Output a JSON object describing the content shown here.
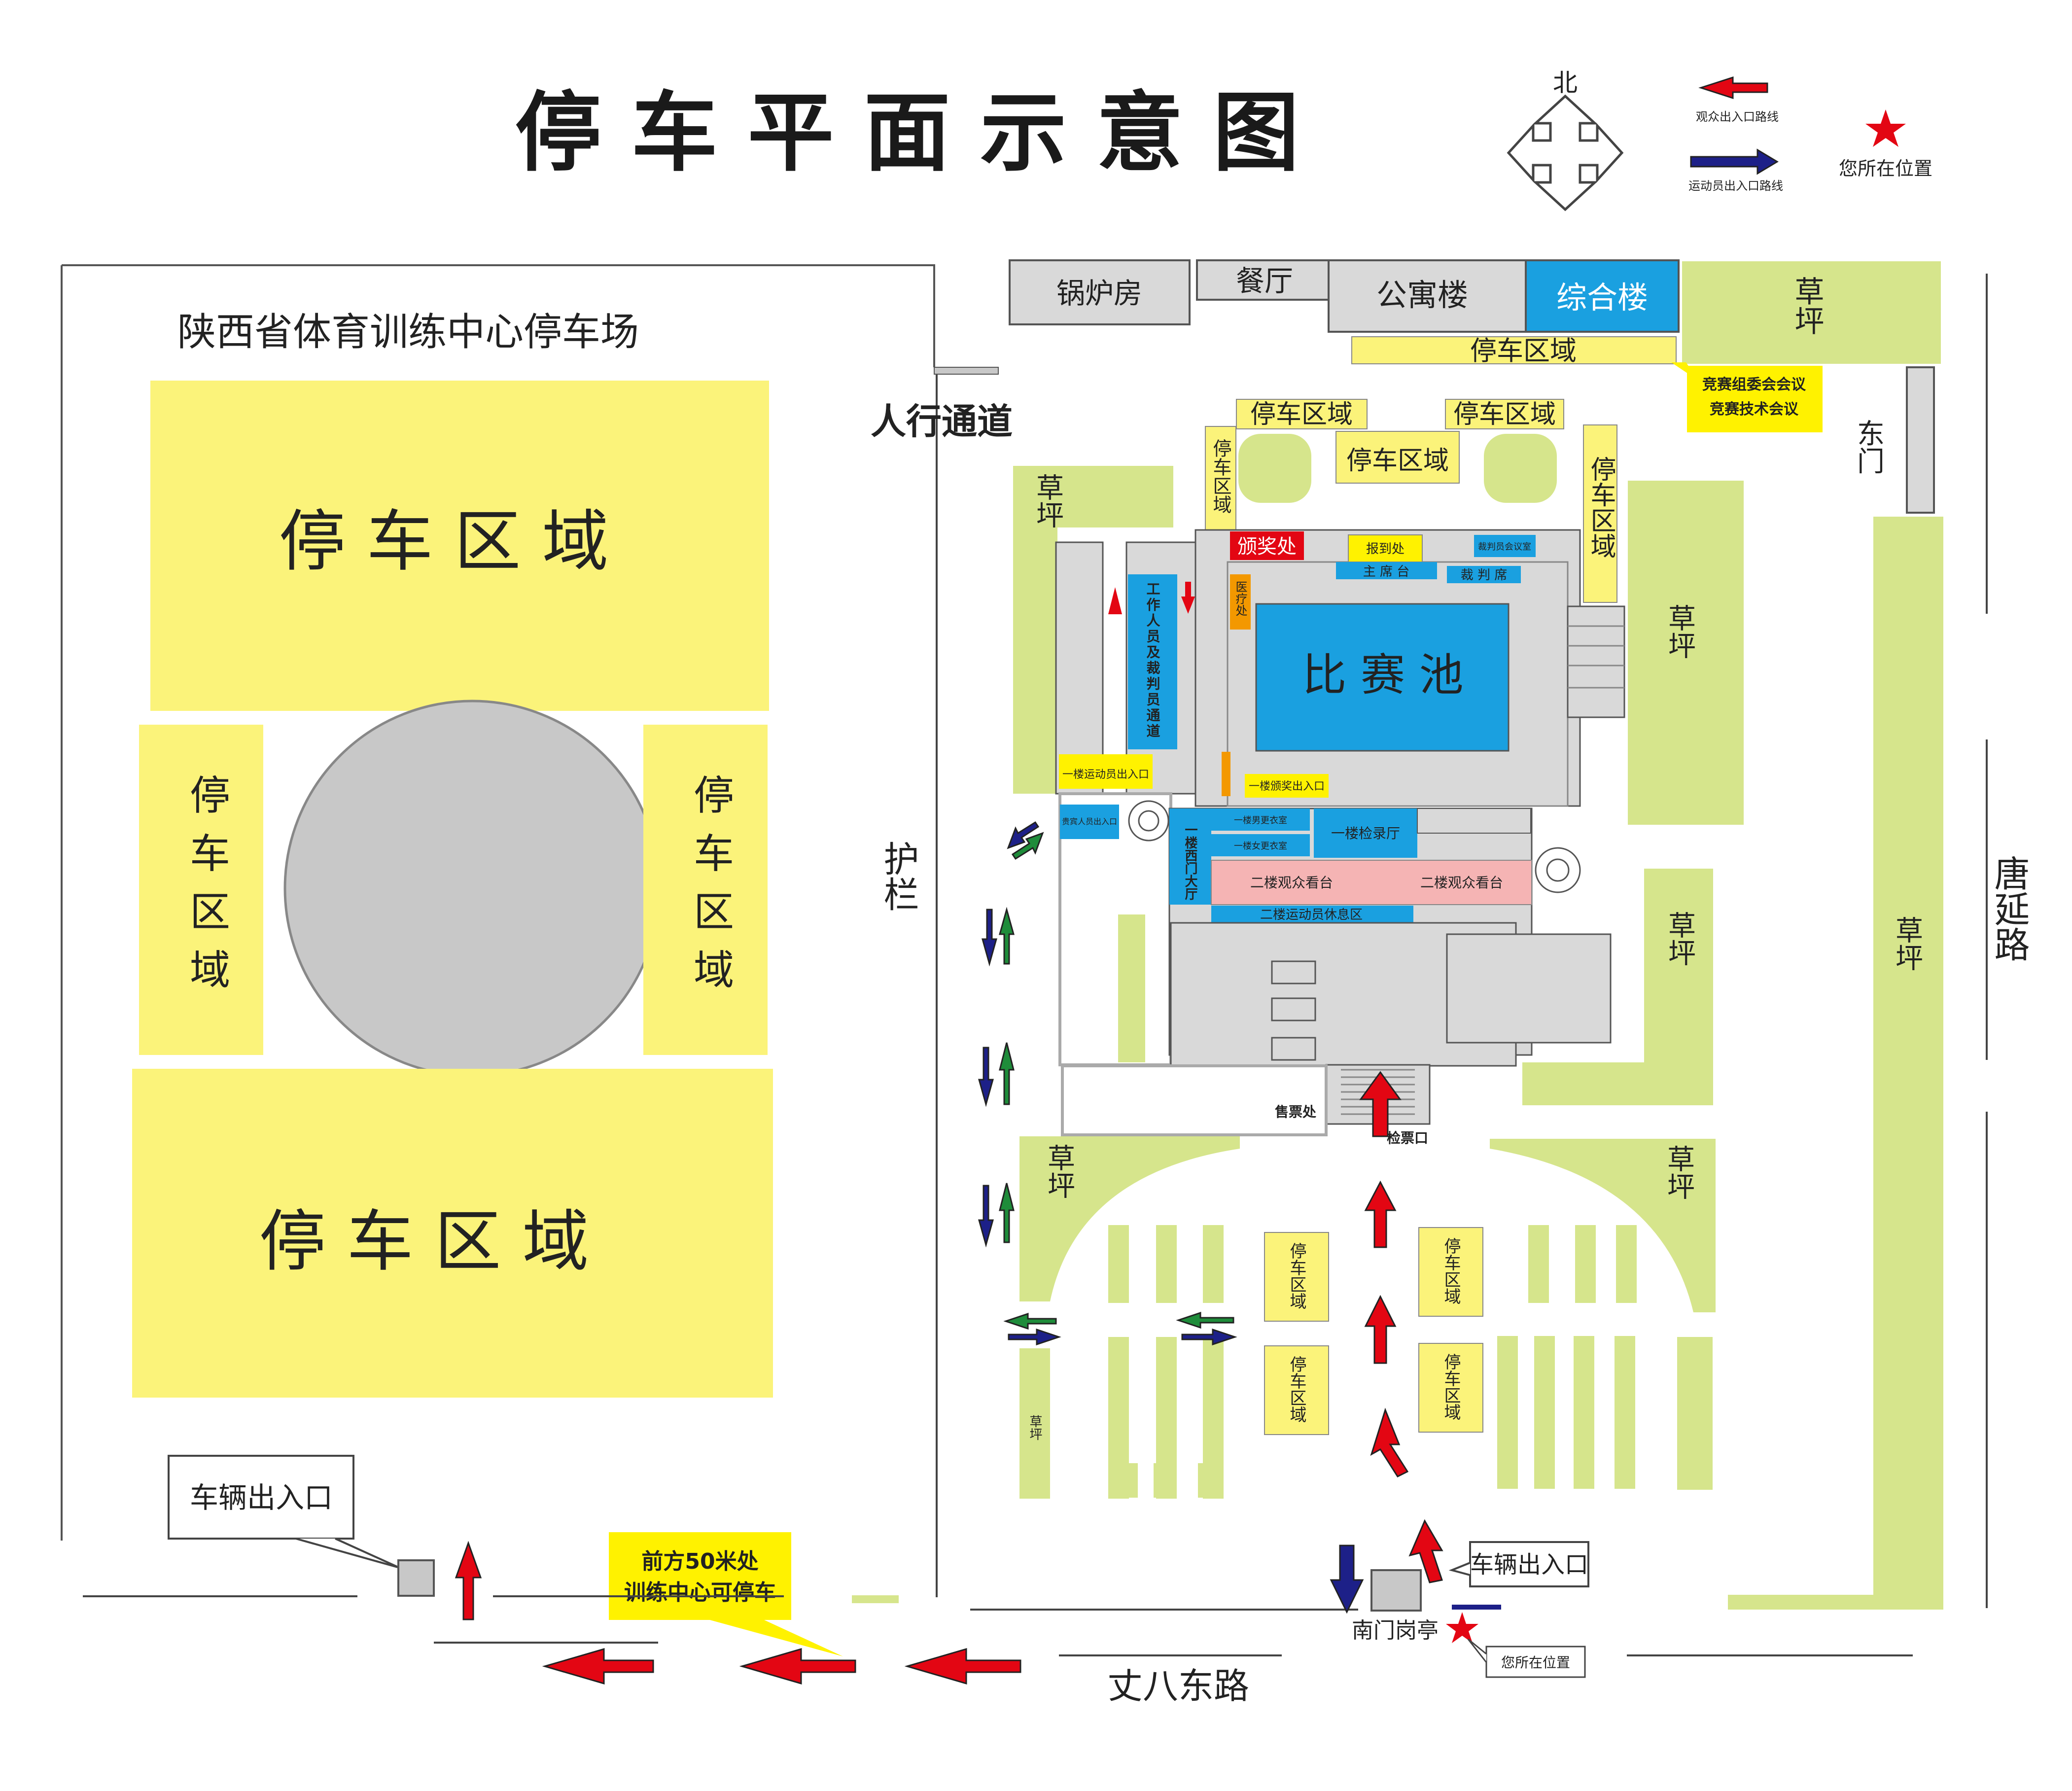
{
  "title": "停 车 平 面 示 意 图",
  "compass": {
    "north": "北"
  },
  "legend": {
    "spectator_route": "观众出入口路线",
    "athlete_route": "运动员出入口路线",
    "you_are_here": "您所在位置"
  },
  "left_lot": {
    "name": "陕西省体育训练中心停车场",
    "zone_top": "停 车 区 域",
    "zone_bottom": "停 车 区 域",
    "zone_left": "停车区域",
    "zone_right": "停车区域",
    "vehicle_gate": "车辆出入口",
    "notice_line1": "前方50米处",
    "notice_line2": "训练中心可停车"
  },
  "labels": {
    "pedestrian_path": "人行通道",
    "guardrail": "护栏",
    "road_south": "丈八东路",
    "road_east": "唐延路",
    "east_gate": "东门",
    "south_gate_booth": "南门岗亭",
    "south_vehicle_gate": "车辆出入口",
    "you_are_here": "您所在位置",
    "ticket_office": "售票处",
    "ticket_check": "检票口"
  },
  "north_buildings": {
    "boiler": "锅炉房",
    "canteen": "餐厅",
    "apartment": "公寓楼",
    "complex": "综合楼",
    "lawn": "草坪",
    "parking_strip": "停车区域",
    "meeting_line1": "竞赛组委会会议",
    "meeting_line2": "竞赛技术会议"
  },
  "venue": {
    "parking_a": "停车区域",
    "parking_b": "停车区域",
    "parking_c": "停车区域",
    "parking_left_v": "停车区域",
    "parking_right_v": "停车区域",
    "award": "颁奖处",
    "registration": "报到处",
    "referee_meeting": "裁判员会议室",
    "presidium": "主 席 台",
    "referee_seats": "裁 判 席",
    "medical": "医疗处",
    "pool": "比 赛 池",
    "staff_channel": "工作人员及裁判员通道",
    "athlete_entrance": "一楼运动员出入口",
    "award_entrance": "一楼颁奖出入口",
    "guest_entrance": "贵宾人员出入口",
    "west_hall": "一楼西门大厅",
    "male_changing": "一楼男更衣室",
    "female_changing": "一楼女更衣室",
    "check_hall": "一楼检录厅",
    "stand_a": "二楼观众看台",
    "stand_b": "二楼观众看台",
    "athlete_lounge": "二楼运动员休息区"
  },
  "lawns": {
    "west_top": "草坪",
    "east_mid": "草坪",
    "east_low": "草坪",
    "far_east": "草坪",
    "sw_arc": "草坪",
    "se_arc": "草坪",
    "small_strip": "草坪"
  },
  "south_parking": {
    "p1": "停车区域",
    "p2": "停车区域",
    "p3": "停车区域",
    "p4": "停车区域"
  },
  "colors": {
    "parking_yellow": "#fbf37a",
    "lawn_green": "#d6e58c",
    "building_gray": "#d9d9d9",
    "blue": "#1aa0e0",
    "red": "#e30613",
    "pink": "#f5b4b4",
    "navy": "#1d2088",
    "green_arrow": "#1e8c3a"
  }
}
